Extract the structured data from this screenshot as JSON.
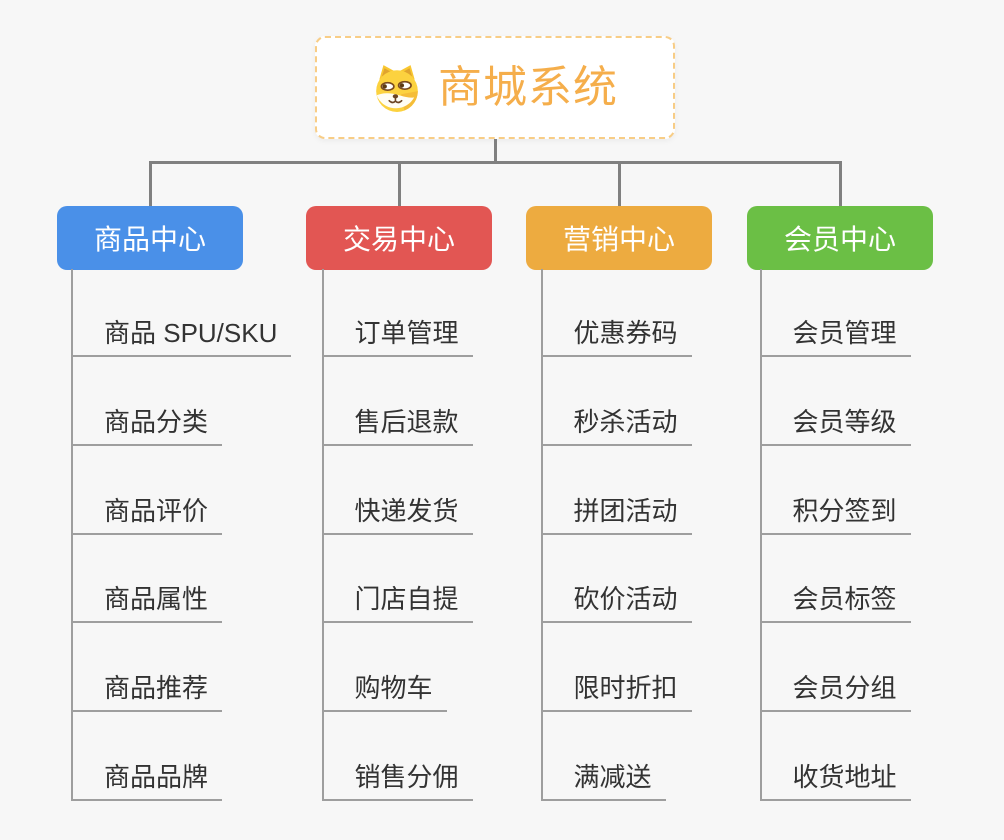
{
  "root": {
    "label": "商城系统",
    "icon": "shiba-dog-face-icon"
  },
  "branches": [
    {
      "label": "商品中心",
      "color": "#4a90e8",
      "children": [
        "商品 SPU/SKU",
        "商品分类",
        "商品评价",
        "商品属性",
        "商品推荐",
        "商品品牌"
      ]
    },
    {
      "label": "交易中心",
      "color": "#e25653",
      "children": [
        "订单管理",
        "售后退款",
        "快递发货",
        "门店自提",
        "购物车",
        "销售分佣"
      ]
    },
    {
      "label": "营销中心",
      "color": "#edab40",
      "children": [
        "优惠券码",
        "秒杀活动",
        "拼团活动",
        "砍价活动",
        "限时折扣",
        "满减送"
      ]
    },
    {
      "label": "会员中心",
      "color": "#6bbf45",
      "children": [
        "会员管理",
        "会员等级",
        "积分签到",
        "会员标签",
        "会员分组",
        "收货地址"
      ]
    }
  ],
  "colors": {
    "background": "#f7f7f7",
    "root_text": "#f5ae4b",
    "root_border": "#f8cd86",
    "connector": "#808080",
    "branch_line": "#9e9e9e",
    "child_text": "#333333"
  }
}
